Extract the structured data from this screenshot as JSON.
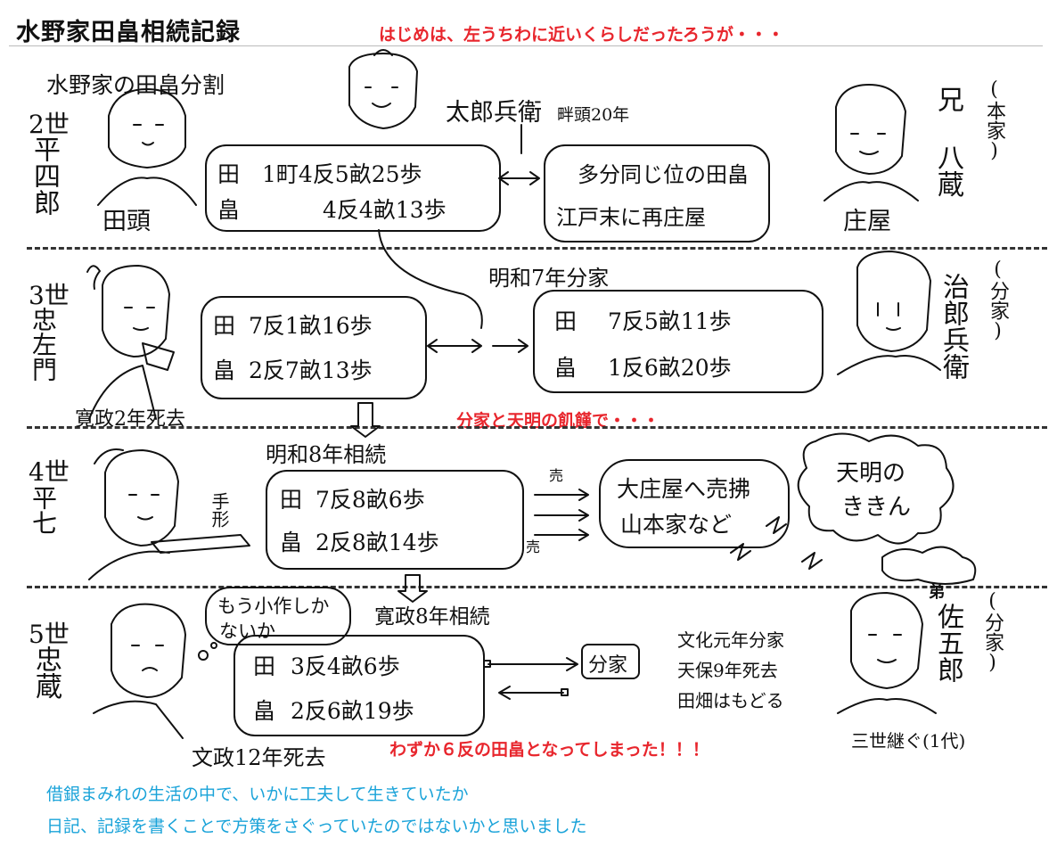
{
  "title": "水野家田畠相続記録",
  "notes": {
    "top": "はじめは、左うちわに近いくらしだったろうが・・・",
    "middle": "分家と天明の飢饉で・・・",
    "bottom": "わずか６反の田畠となってしまった！！！"
  },
  "summary": [
    "借銀まみれの生活の中で、いかに工夫して生きていたか",
    "日記、記録を書くことで方策をさぐっていたのではないかと思いました"
  ],
  "heading": "水野家の田畠分割",
  "gen2": {
    "gen": "2世",
    "name": "平四郎",
    "role": "田頭",
    "land": {
      "ta_label": "田",
      "ta": "1町4反5畝25歩",
      "hata_label": "畠",
      "hata": "4反4畝13歩"
    },
    "brother_name": "太郎兵衛",
    "brother_note": "畔頭20年",
    "brother_box": [
      "多分同じ位の田畠",
      "江戸末に再庄屋"
    ],
    "elder_brother": "兄 八蔵",
    "elder_branch": "(本家)",
    "elder_role": "庄屋"
  },
  "gen3": {
    "gen": "3世",
    "name": "忠左門",
    "death": "寛政2年死去",
    "land": {
      "ta_label": "田",
      "ta": "7反1畝16歩",
      "hata_label": "畠",
      "hata": "2反7畝13歩"
    },
    "branch_event": "明和7年分家",
    "branch_land": {
      "ta_label": "田",
      "ta": "7反5畝11歩",
      "hata_label": "畠",
      "hata": "1反6畝20歩"
    },
    "branch_name": "治郎兵衛",
    "branch_tag": "(分家)"
  },
  "gen4": {
    "gen": "4世",
    "name": "平七",
    "tool": "手形",
    "event": "明和8年相続",
    "land": {
      "ta_label": "田",
      "ta": "7反8畝6歩",
      "hata_label": "畠",
      "hata": "2反8畝14歩"
    },
    "sell_mark": "売",
    "sold_box": [
      "大庄屋へ売拂",
      "山本家など"
    ],
    "famine": [
      "天明の",
      "ききん"
    ]
  },
  "gen5": {
    "gen": "5世",
    "name": "忠蔵",
    "death": "文政12年死去",
    "thought": [
      "もう小作しか",
      "ないか"
    ],
    "event": "寛政8年相続",
    "land": {
      "ta_label": "田",
      "ta": "3反4畝6歩",
      "hata_label": "畠",
      "hata": "2反6畝19歩"
    },
    "branch_box": "分家",
    "branch_notes": [
      "文化元年分家",
      "天保9年死去",
      "田畑はもどる"
    ],
    "younger_label": "弟",
    "younger_name": "佐五郎",
    "younger_tag": "(分家)",
    "younger_note": "三世継ぐ(1代)"
  }
}
